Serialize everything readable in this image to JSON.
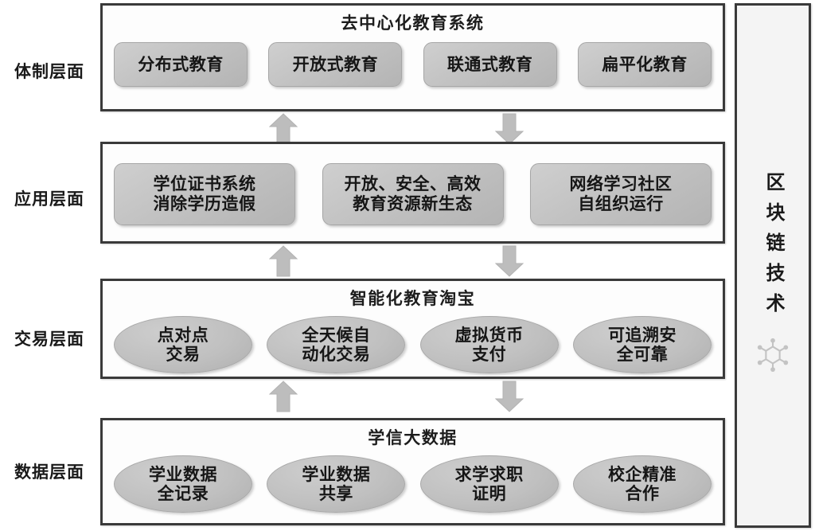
{
  "diagram": {
    "title_vertical": "区块链技术",
    "icon": "hexagon-network-icon",
    "colors": {
      "node_fill": "#c2c2c2",
      "layer_border": "#3a3a3a",
      "arrow_fill": "#bdbdbd",
      "text": "#161616",
      "panel_bg": "#f4f4f4"
    },
    "layers": [
      {
        "label": "体制层面",
        "title": "去中心化教育系统",
        "shape": "rect",
        "nodes": [
          "分布式教育",
          "开放式教育",
          "联通式教育",
          "扁平化教育"
        ]
      },
      {
        "label": "应用层面",
        "title": "",
        "shape": "rect",
        "nodes": [
          "学位证书系统\n消除学历造假",
          "开放、安全、高效\n教育资源新生态",
          "网络学习社区\n自组织运行"
        ]
      },
      {
        "label": "交易层面",
        "title": "智能化教育淘宝",
        "shape": "ellipse",
        "nodes": [
          "点对点\n交易",
          "全天候自\n动化交易",
          "虚拟货币\n支付",
          "可追溯安\n全可靠"
        ]
      },
      {
        "label": "数据层面",
        "title": "学信大数据",
        "shape": "ellipse",
        "nodes": [
          "学业数据\n全记录",
          "学业数据\n共享",
          "求学求职\n证明",
          "校企精准\n合作"
        ]
      }
    ],
    "connectors": [
      {
        "between": "体制层面-应用层面",
        "up_arrow": true,
        "down_arrow": true
      },
      {
        "between": "应用层面-交易层面",
        "up_arrow": true,
        "down_arrow": true
      },
      {
        "between": "交易层面-数据层面",
        "up_arrow": true,
        "down_arrow": true
      }
    ]
  }
}
